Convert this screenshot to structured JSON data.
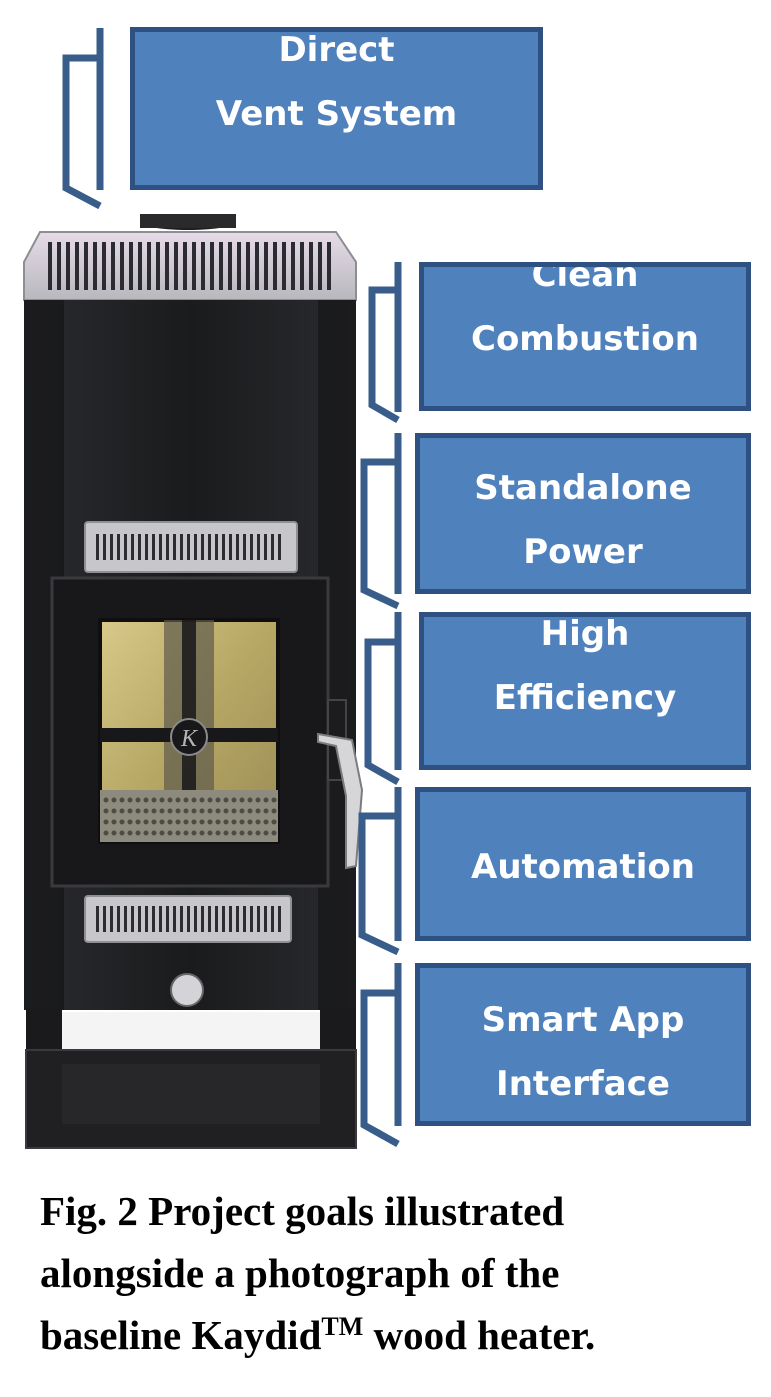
{
  "goals": [
    {
      "line1": "Direct",
      "line2": "Vent System"
    },
    {
      "line1": "Clean",
      "line2": "Combustion"
    },
    {
      "line1": "Standalone",
      "line2": "Power"
    },
    {
      "line1": "High",
      "line2": "Efficiency"
    },
    {
      "line1": "Automation",
      "line2": ""
    },
    {
      "line1": "Smart App",
      "line2": "Interface"
    }
  ],
  "caption": {
    "line1": "Fig. 2 Project goals illustrated",
    "line2": "alongside a photograph of the",
    "line3_prefix": "baseline Kaydid",
    "line3_trademark": "TM",
    "line3_suffix": " wood heater."
  },
  "colors": {
    "box_fill": "#4f81bd",
    "box_border": "#2e5182",
    "connector": "#385d8a",
    "heater_body": "#1c1c1e",
    "heater_trim": "#c8c8cc"
  },
  "heater_emblem": "K"
}
